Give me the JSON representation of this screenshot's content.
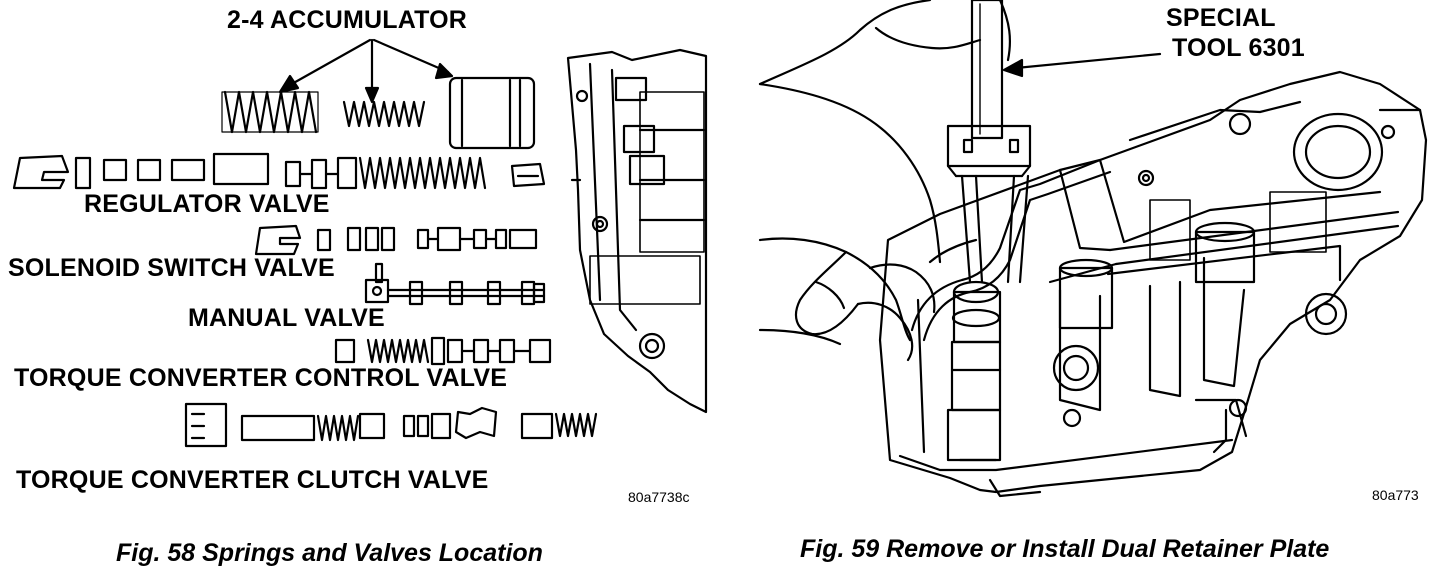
{
  "figures": [
    {
      "labels": {
        "accumulator": "2-4 ACCUMULATOR",
        "regulator": "REGULATOR VALVE",
        "solenoid": "SOLENOID SWITCH VALVE",
        "manual": "MANUAL VALVE",
        "tcc_control": "TORQUE CONVERTER CONTROL VALVE",
        "tcc_clutch": "TORQUE CONVERTER CLUTCH VALVE"
      },
      "code": "80a7738c",
      "caption": "Fig. 58 Springs and Valves Location"
    },
    {
      "labels": {
        "tool_line1": "SPECIAL",
        "tool_line2": "TOOL 6301"
      },
      "code": "80a773",
      "caption": "Fig. 59 Remove or Install Dual Retainer Plate"
    }
  ]
}
